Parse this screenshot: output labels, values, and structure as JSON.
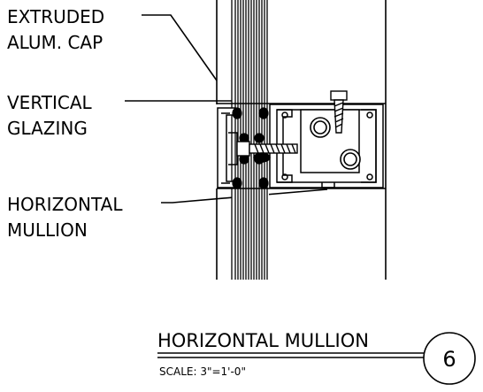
{
  "labels": {
    "extruded_cap": [
      "EXTRUDED",
      "ALUM. CAP"
    ],
    "vertical_glazing": [
      "VERTICAL",
      "GLAZING"
    ],
    "horizontal_mullion": [
      "HORIZONTAL",
      "MULLION"
    ]
  },
  "title_block": {
    "title": "HORIZONTAL MULLION",
    "scale": "SCALE: 3\"=1'-0\"",
    "detail_number": "6"
  }
}
